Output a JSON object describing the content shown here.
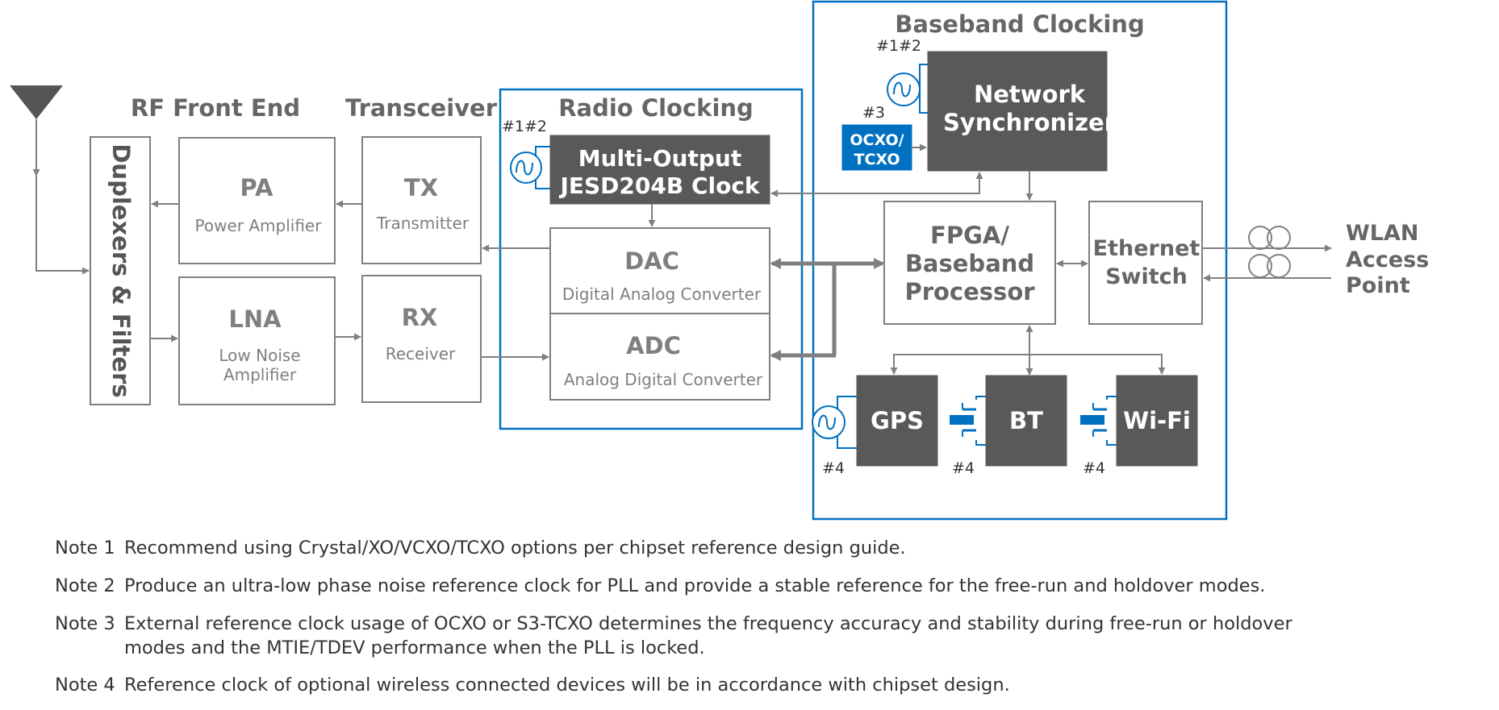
{
  "sections": {
    "rf_front_end": "RF Front End",
    "transceiver": "Transceiver",
    "radio_clocking": "Radio Clocking",
    "baseband_clocking": "Baseband Clocking"
  },
  "blocks": {
    "duplexer": "Duplexers & Filters",
    "pa": {
      "title": "PA",
      "subtitle": "Power Amplifier"
    },
    "lna": {
      "title": "LNA",
      "subtitle_1": "Low Noise",
      "subtitle_2": "Amplifier"
    },
    "tx": {
      "title": "TX",
      "subtitle": "Transmitter"
    },
    "rx": {
      "title": "RX",
      "subtitle": "Receiver"
    },
    "jesd_clock": {
      "line_1": "Multi-Output",
      "line_2": "JESD204B  Clock"
    },
    "dac": {
      "title": "DAC",
      "subtitle": "Digital Analog Converter"
    },
    "adc": {
      "title": "ADC",
      "subtitle": "Analog Digital Converter"
    },
    "network_sync": {
      "line_1": "Network",
      "line_2": "Synchronizer"
    },
    "ocxo": {
      "line_1": "OCXO/",
      "line_2": "TCXO"
    },
    "fpga": {
      "line_1": "FPGA/",
      "line_2": "Baseband",
      "line_3": "Processor"
    },
    "ethernet": {
      "line_1": "Ethernet",
      "line_2": "Switch"
    },
    "gps": "GPS",
    "bt": "BT",
    "wifi": "Wi-Fi",
    "wlan": {
      "line_1": "WLAN",
      "line_2": "Access",
      "line_3": "Point"
    }
  },
  "refs": {
    "radio_clock": "#1#2",
    "network_sync": "#1#2",
    "ocxo": "#3",
    "gps": "#4",
    "bt": "#4",
    "wifi": "#4"
  },
  "notes": [
    {
      "label": "Note 1",
      "text": "Recommend using Crystal/XO/VCXO/TCXO options per chipset reference design guide."
    },
    {
      "label": "Note 2",
      "text": "Produce an ultra-low phase noise reference clock for PLL and provide a stable reference for the free-run and holdover modes."
    },
    {
      "label": "Note 3",
      "text": "External reference clock usage of OCXO or S3-TCXO  determines the frequency accuracy and stability during free-run or holdover",
      "text_2": "modes and the MTIE/TDEV performance when the PLL is locked."
    },
    {
      "label": "Note 4",
      "text": "Reference clock of optional wireless connected devices will be in accordance with chipset design."
    }
  ],
  "colors": {
    "accent_blue": "#0070c0",
    "dark_block": "#595959",
    "line_gray": "#808080",
    "text_gray": "#7f7f7f"
  }
}
